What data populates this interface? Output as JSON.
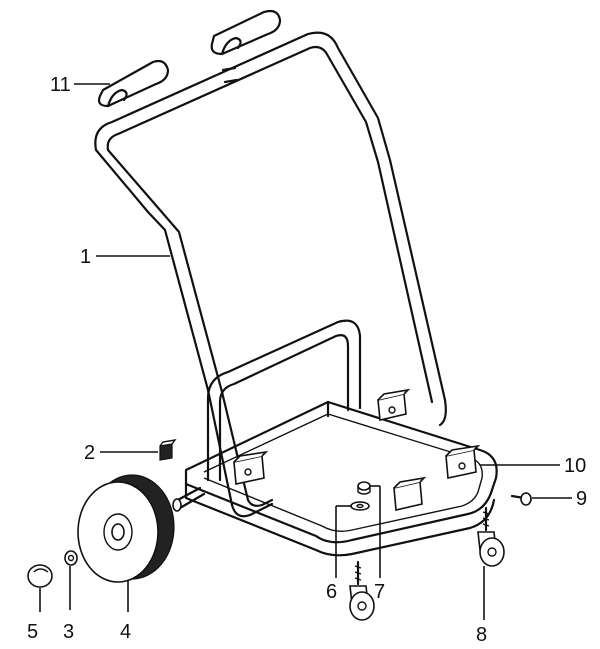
{
  "callouts": [
    {
      "id": "1",
      "label": "1"
    },
    {
      "id": "2",
      "label": "2"
    },
    {
      "id": "3",
      "label": "3"
    },
    {
      "id": "4",
      "label": "4"
    },
    {
      "id": "5",
      "label": "5"
    },
    {
      "id": "6",
      "label": "6"
    },
    {
      "id": "7",
      "label": "7"
    },
    {
      "id": "8",
      "label": "8"
    },
    {
      "id": "9",
      "label": "9"
    },
    {
      "id": "10",
      "label": "10"
    },
    {
      "id": "11",
      "label": "11"
    }
  ],
  "colors": {
    "line": "#111111",
    "background": "#ffffff",
    "tread": "#222222"
  }
}
